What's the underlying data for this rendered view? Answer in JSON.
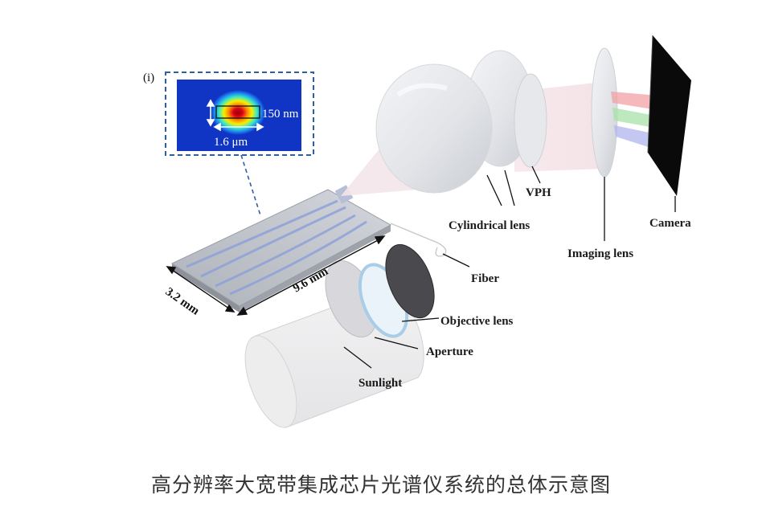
{
  "caption": "高分辨率大宽带集成芯片光谱仪系统的总体示意图",
  "inset": {
    "panel_label": "(i)",
    "thickness_label": "150 nm",
    "width_label": "1.6 μm"
  },
  "dimensions": {
    "chip_length": "9.6 mm",
    "chip_width": "3.2 mm"
  },
  "components": {
    "vph": "VPH",
    "cylindrical_lens": "Cylindrical lens",
    "imaging_lens": "Imaging lens",
    "camera": "Camera",
    "fiber": "Fiber",
    "objective_lens": "Objective lens",
    "aperture": "Aperture",
    "sunlight": "Sunlight"
  },
  "colors": {
    "inset_border": "#2e5fa8",
    "mode_background": "#1034c4",
    "mode_hot": "#d6001a",
    "camera": "#0a0a0a",
    "lens": "#e4e6ea"
  }
}
